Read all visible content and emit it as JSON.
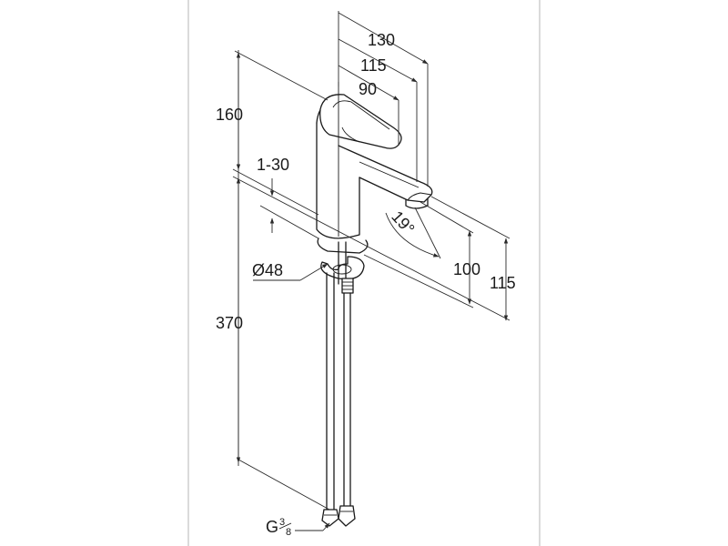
{
  "dimensions": {
    "spout_reach_130": "130",
    "spout_reach_115": "115",
    "spout_reach_90": "90",
    "height_160": "160",
    "thickness_range": "1-30",
    "spout_angle": "19°",
    "diameter": "Ø48",
    "outlet_height_100": "100",
    "outlet_height_115": "115",
    "hose_length": "370",
    "connection_thread": "G",
    "thread_numerator": "3",
    "thread_denominator": "8"
  }
}
